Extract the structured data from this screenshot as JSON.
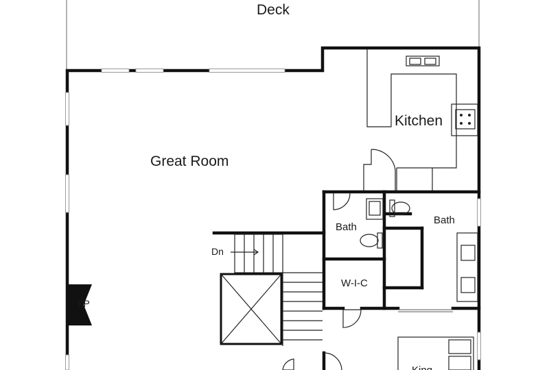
{
  "rooms": {
    "deck": "Deck",
    "great_room": "Great Room",
    "kitchen": "Kitchen",
    "bath_left": "Bath",
    "bath_right": "Bath",
    "wic": "W-I-C",
    "stairs_down": "Dn",
    "fireplace": "FP",
    "king": "King"
  },
  "icons": {
    "sink": "sink-icon",
    "toilet": "toilet-icon",
    "cooktop": "cooktop-icon",
    "stair-arrow": "arrow-right-icon",
    "chimney": "opening-x-icon"
  },
  "colors": {
    "wall": "#111111",
    "background": "#ffffff"
  }
}
